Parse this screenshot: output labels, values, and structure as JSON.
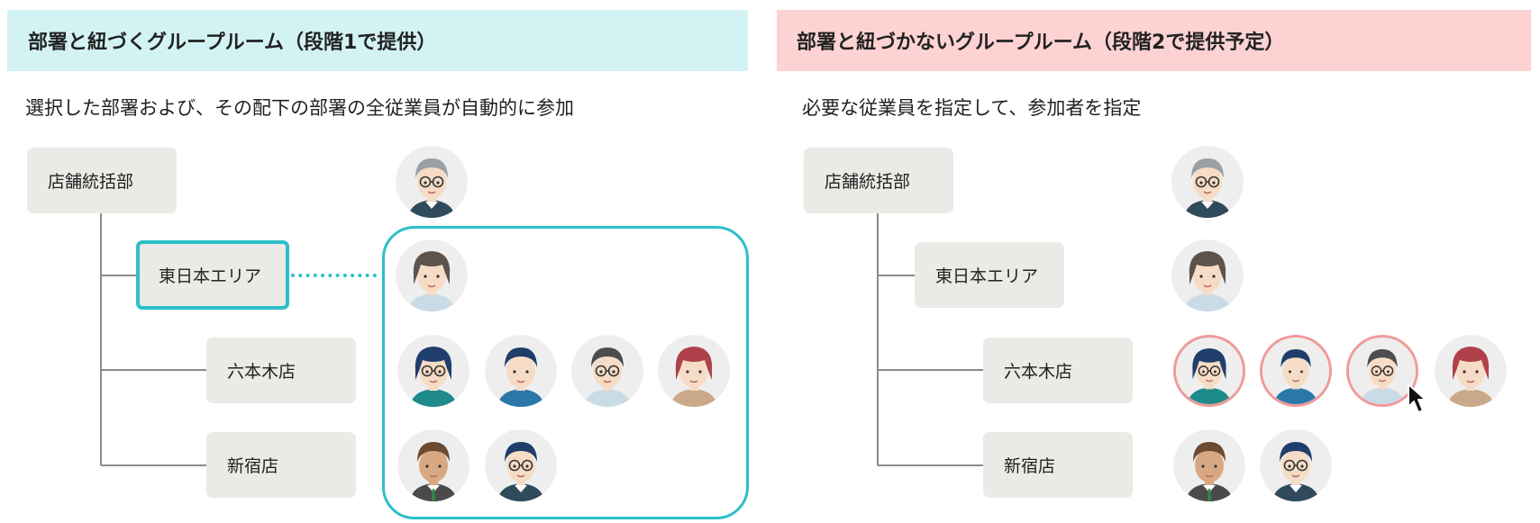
{
  "left": {
    "title": "部署と紐づくグループルーム（段階1で提供）",
    "description": "選択した部署および、その配下の部署の全従業員が自動的に参加",
    "header_color": "#d3f2f4",
    "depts": [
      {
        "label": "店舗統括部",
        "highlighted": false
      },
      {
        "label": "東日本エリア",
        "highlighted": true
      },
      {
        "label": "六本木店",
        "highlighted": false
      },
      {
        "label": "新宿店",
        "highlighted": false
      }
    ],
    "accent_color": "#2cbfc9"
  },
  "right": {
    "title": "部署と紐づかないグループルーム（段階2で提供予定）",
    "description": "必要な従業員を指定して、参加者を指定",
    "header_color": "#fdd2d3",
    "depts": [
      {
        "label": "店舗統括部"
      },
      {
        "label": "東日本エリア"
      },
      {
        "label": "六本木店"
      },
      {
        "label": "新宿店"
      }
    ],
    "selected_color": "#ef9a9a"
  },
  "avatars": {
    "executive": "elderly-man-glasses",
    "area_manager": "woman-short-hair",
    "roppongi": [
      "woman-glasses-navy",
      "man-navy",
      "man-glasses-gray",
      "woman-red-hair"
    ],
    "shinjuku": [
      "man-brown-hair",
      "man-glasses-navy"
    ],
    "right_selected": [
      "woman-glasses-navy",
      "man-navy",
      "man-glasses-gray"
    ]
  },
  "icons": {
    "cursor": "mouse-pointer-icon"
  }
}
